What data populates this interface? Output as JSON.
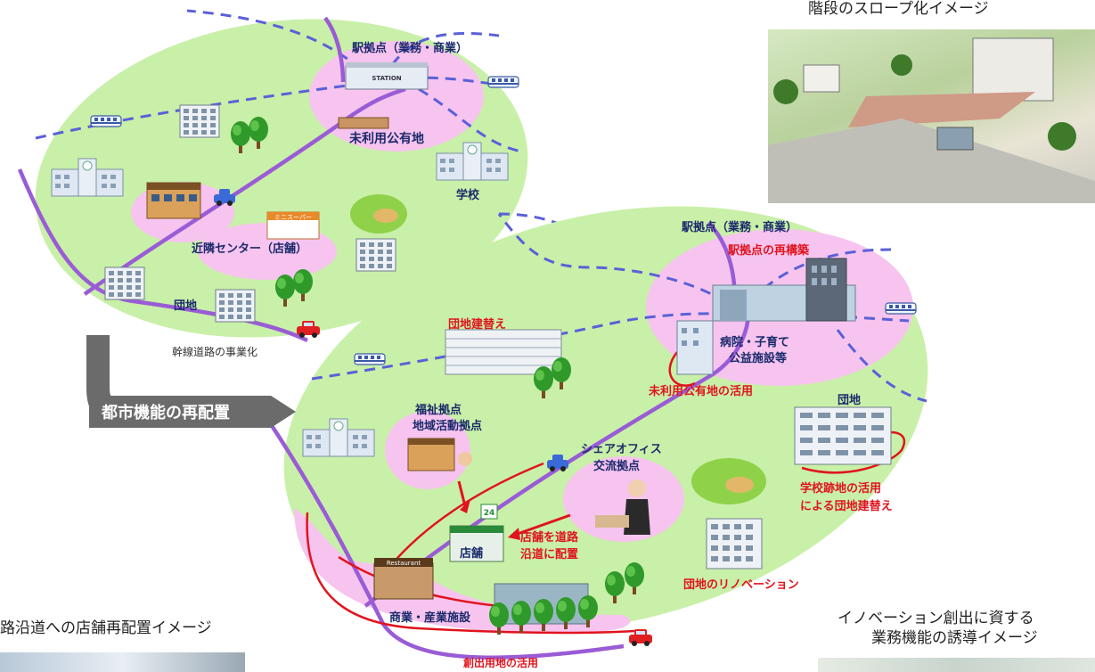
{
  "top_right_caption": "階段のスロープ化イメージ",
  "bottom_left_caption": "路沿道への店舗再配置イメージ",
  "bottom_right_caption_1": "イノベーション創出に資する",
  "bottom_right_caption_2": "業務機能の誘導イメージ",
  "arrow_banner": "都市機能の再配置",
  "before": {
    "station_label": "駅拠点（業務・商業）",
    "station_sign": "STATION",
    "unused_land": "未利用公有地",
    "school": "学校",
    "neighborhood_center": "近隣センター（店舗）",
    "danchi": "団地",
    "arterial_road": "幹線道路の事業化",
    "shop_sign": "ミニスーパー"
  },
  "after": {
    "station_label": "駅拠点（業務・商業）",
    "station_rebuild": "駅拠点の再構築",
    "danchi_rebuild": "団地建替え",
    "hospital_1": "病院・子育て",
    "hospital_2": "公益施設等",
    "unused_land_use": "未利用公有地の活用",
    "danchi": "団地",
    "welfare_1": "福祉拠点",
    "welfare_2": "地域活動拠点",
    "share_office_1": "シェアオフィス",
    "share_office_2": "交流拠点",
    "school_site_1": "学校跡地の活用",
    "school_site_2": "による団地建替え",
    "store_move_1": "店舗を道路",
    "store_move_2": "沿道に配置",
    "store": "店舗",
    "store_24": "24",
    "renovation": "団地のリノベーション",
    "commercial": "商業・産業施設",
    "created_land": "創出用地の活用",
    "restaurant_sign": "Restaurant"
  },
  "colors": {
    "green_zone": "#c9f0a8",
    "pink_zone": "#f6c4ee",
    "rail": "#5a60d8",
    "road": "#9a5cd6",
    "red_route": "#e0141e"
  }
}
